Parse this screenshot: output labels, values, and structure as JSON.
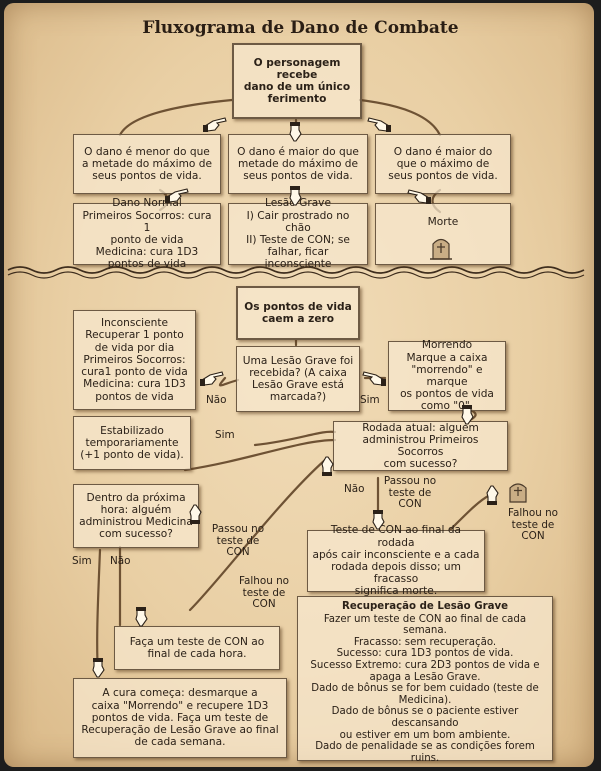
{
  "title": "Fluxograma de Dano de Combate",
  "top": {
    "start": [
      "O personagem recebe",
      "dano de um único",
      "ferimento"
    ],
    "cond_less": [
      "O dano é menor do que",
      "a metade do máximo de",
      "seus pontos de vida."
    ],
    "cond_more_half": [
      "O dano é maior do que",
      "metade do máximo de",
      "seus pontos de vida."
    ],
    "cond_more_max": [
      "O dano é maior do",
      "que o máximo de",
      "seus pontos de vida."
    ],
    "normal": [
      "Dano Normal",
      "Primeiros Socorros: cura 1",
      "ponto de vida",
      "Medicina: cura 1D3",
      "pontos de vida"
    ],
    "major": [
      "Lesão Grave",
      "I) Cair prostrado no chão",
      "II) Teste de CON; se",
      "falhar, ficar inconsciente"
    ],
    "death": "Morte"
  },
  "bottom": {
    "zero": [
      "Os pontos de vida",
      "caem a zero"
    ],
    "major_question": [
      "Uma Lesão Grave foi",
      "recebida? (A caixa",
      "Lesão Grave está",
      "marcada?)"
    ],
    "unconscious": [
      "Inconsciente",
      "Recuperar 1 ponto",
      "de vida por dia",
      "Primeiros Socorros:",
      "cura1 ponto de vida",
      "Medicina: cura 1D3",
      "pontos de vida"
    ],
    "dying": [
      "Morrendo",
      "Marque a caixa",
      "\"morrendo\" e marque",
      "os pontos de vida",
      "como \"0\"."
    ],
    "stabilized": [
      "Estabilizado",
      "temporariamente",
      "(+1 ponto de vida)."
    ],
    "round": [
      "Rodada atual: alguém",
      "administrou Primeiros Socorros",
      "com sucesso?"
    ],
    "next_hour": [
      "Dentro da próxima",
      "hora: alguém",
      "administrou Medicina",
      "com sucesso?"
    ],
    "con_round": [
      "Teste de CON ao final da rodada",
      "após cair inconsciente e a cada",
      "rodada depois disso; um fracasso",
      "significa morte."
    ],
    "con_hour": [
      "Faça um teste de CON ao",
      "final de cada hora."
    ],
    "healing": [
      "A cura começa: desmarque a",
      "caixa \"Morrendo\" e recupere 1D3",
      "pontos de vida. Faça um teste de",
      "Recuperação de Lesão Grave ao final",
      "de cada semana."
    ]
  },
  "labels": {
    "no1": "Não",
    "yes1": "Sim",
    "yes2": "Sim",
    "no2": "Não",
    "passed1": [
      "Passou no",
      "teste de",
      "CON"
    ],
    "passed2": [
      "Passou no",
      "teste de",
      "CON"
    ],
    "failed1": [
      "Falhou no",
      "teste de",
      "CON"
    ],
    "failed2": [
      "Falhou no",
      "teste de",
      "CON"
    ],
    "yes3": "Sim",
    "no3": "Não"
  },
  "recovery": {
    "title": "Recuperação de Lesão Grave",
    "lines": [
      "Fazer um teste de CON ao final de cada semana.",
      "Fracasso: sem recuperação.",
      "Sucesso: cura 1D3 pontos de vida.",
      "Sucesso Extremo: cura 2D3 pontos de vida e",
      "apaga a Lesão Grave.",
      "Dado de bônus se for bem cuidado (teste de",
      "Medicina).",
      "Dado de bônus se o paciente estiver descansando",
      "ou estiver em um bom ambiente.",
      "Dado de penalidade se as condições forem ruins."
    ]
  },
  "icons": [
    "pointing-hand-icon",
    "tombstone-icon"
  ],
  "colors": {
    "parchment": "#ecd4aa",
    "ink": "#2b2118",
    "line": "#7a5c3c"
  }
}
